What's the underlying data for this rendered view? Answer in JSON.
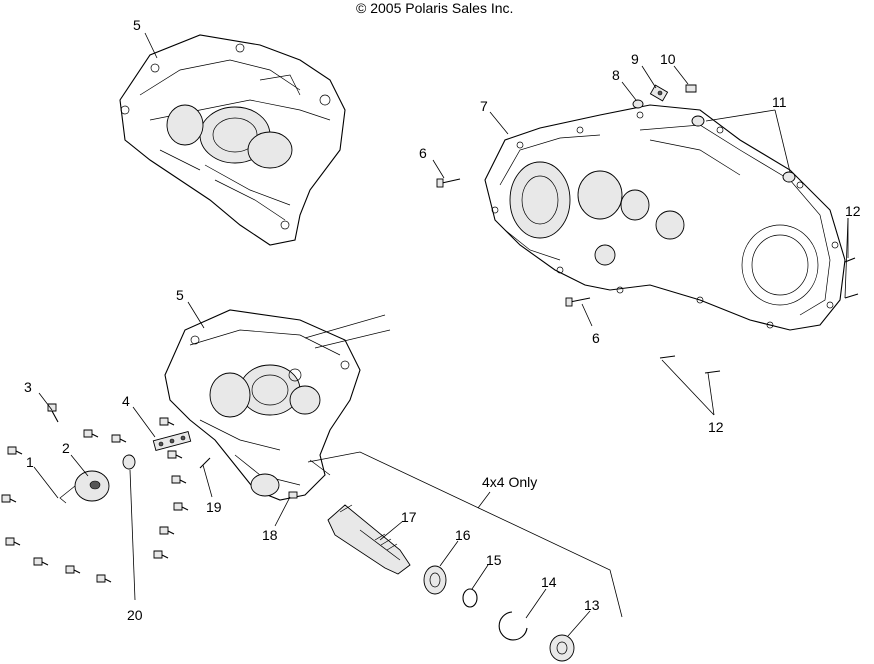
{
  "copyright": "© 2005 Polaris Sales Inc.",
  "note": "4x4 Only",
  "callouts": {
    "c1": "1",
    "c2": "2",
    "c3": "3",
    "c4": "4",
    "c5a": "5",
    "c5b": "5",
    "c6a": "6",
    "c6b": "6",
    "c7": "7",
    "c8": "8",
    "c9": "9",
    "c10": "10",
    "c11": "11",
    "c12a": "12",
    "c12b": "12",
    "c13": "13",
    "c14": "14",
    "c15": "15",
    "c16": "16",
    "c17": "17",
    "c18": "18",
    "c19": "19",
    "c20": "20"
  }
}
